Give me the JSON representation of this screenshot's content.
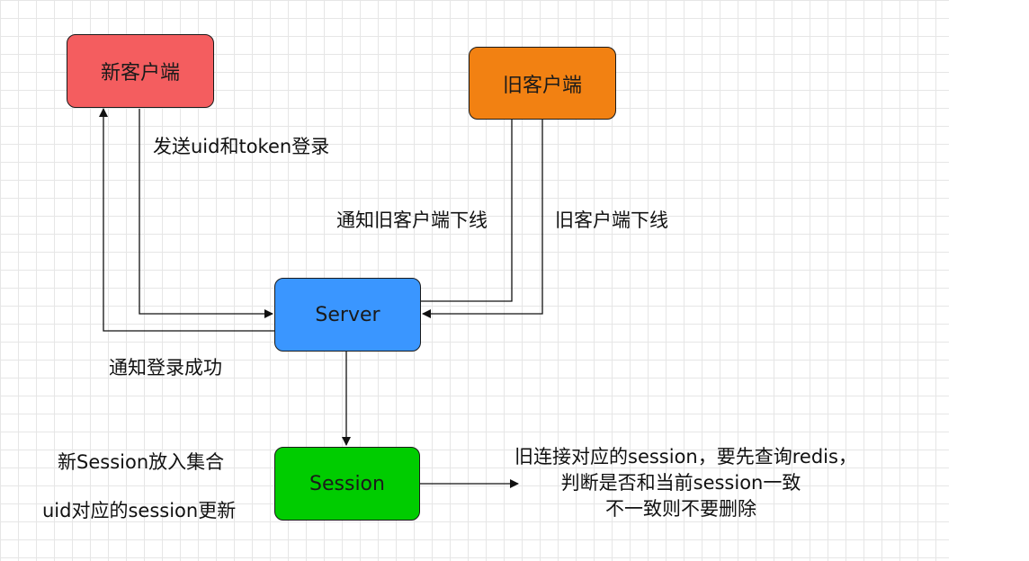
{
  "nodes": {
    "new_client": {
      "label": "新客户端",
      "color": "#f45d5f"
    },
    "old_client": {
      "label": "旧客户端",
      "color": "#f28112"
    },
    "server": {
      "label": "Server",
      "color": "#3a96ff"
    },
    "session": {
      "label": "Session",
      "color": "#00cc00"
    }
  },
  "edge_labels": {
    "login": "发送uid和token登录",
    "notify_old_offline": "通知旧客户端下线",
    "old_offline": "旧客户端下线",
    "notify_login_success": "通知登录成功",
    "new_session": "新Session放入集合",
    "uid_session_update": "uid对应的session更新"
  },
  "note": {
    "line1": "旧连接对应的session，要先查询redis，",
    "line2": "判断是否和当前session一致",
    "line3": "不一致则不要删除"
  }
}
